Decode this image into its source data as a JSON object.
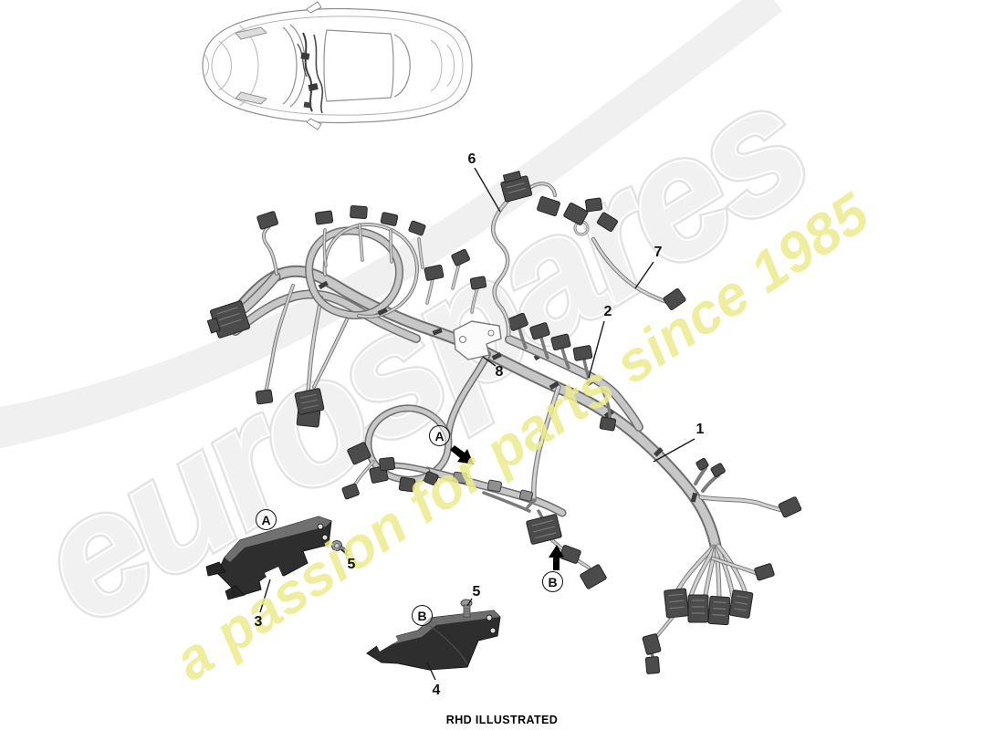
{
  "watermark": {
    "brand": "eurospares",
    "tagline": "a passion for parts since 1985",
    "brand_color": "#f1f1f1",
    "brand_edge_color": "#e3e3e3",
    "tagline_color": "#ecec8e"
  },
  "diagram": {
    "footer_note": "RHD ILLUSTRATED",
    "callouts": [
      {
        "id": "harness-6",
        "label": "6"
      },
      {
        "id": "harness-7",
        "label": "7"
      },
      {
        "id": "harness-2",
        "label": "2"
      },
      {
        "id": "bracket-8",
        "label": "8"
      },
      {
        "id": "harness-1",
        "label": "1"
      },
      {
        "id": "bracket-3",
        "label": "3"
      },
      {
        "id": "bolt-5a",
        "label": "5"
      },
      {
        "id": "bolt-5b",
        "label": "5"
      },
      {
        "id": "bracket-4",
        "label": "4"
      }
    ],
    "view_labels": [
      {
        "id": "view-a-bracket",
        "label": "A"
      },
      {
        "id": "view-a-arrow",
        "label": "A"
      },
      {
        "id": "view-b-arrow",
        "label": "B"
      },
      {
        "id": "view-b-bracket",
        "label": "B"
      }
    ]
  }
}
